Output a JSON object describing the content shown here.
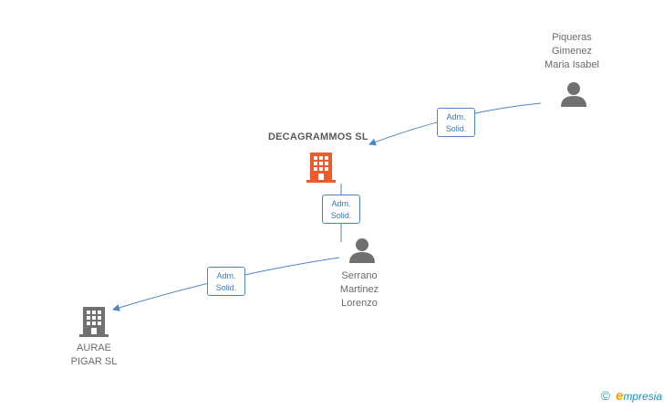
{
  "nodes": {
    "company_main": {
      "name": "DECAGRAMMOS SL",
      "icon": "building-icon",
      "color": "#f05a28"
    },
    "company_other": {
      "name": "AURAE\nPIGAR SL",
      "icon": "building-icon",
      "color": "#707070"
    },
    "person_piqueras": {
      "name": "Piqueras\nGimenez\nMaria Isabel",
      "icon": "person-icon",
      "color": "#707070"
    },
    "person_serrano": {
      "name": "Serrano\nMartinez\nLorenzo",
      "icon": "person-icon",
      "color": "#707070"
    }
  },
  "edges": {
    "piqueras_to_decagrammos": {
      "line1": "Adm.",
      "line2": "Solid."
    },
    "serrano_to_decagrammos": {
      "line1": "Adm.",
      "line2": "Solid."
    },
    "serrano_to_aurae": {
      "line1": "Adm.",
      "line2": "Solid."
    }
  },
  "footer": {
    "copyright": "©",
    "brand_first": "e",
    "brand_rest": "mpresia"
  },
  "colors": {
    "edge": "#4a86c8",
    "badge_text": "#3a78c0"
  }
}
